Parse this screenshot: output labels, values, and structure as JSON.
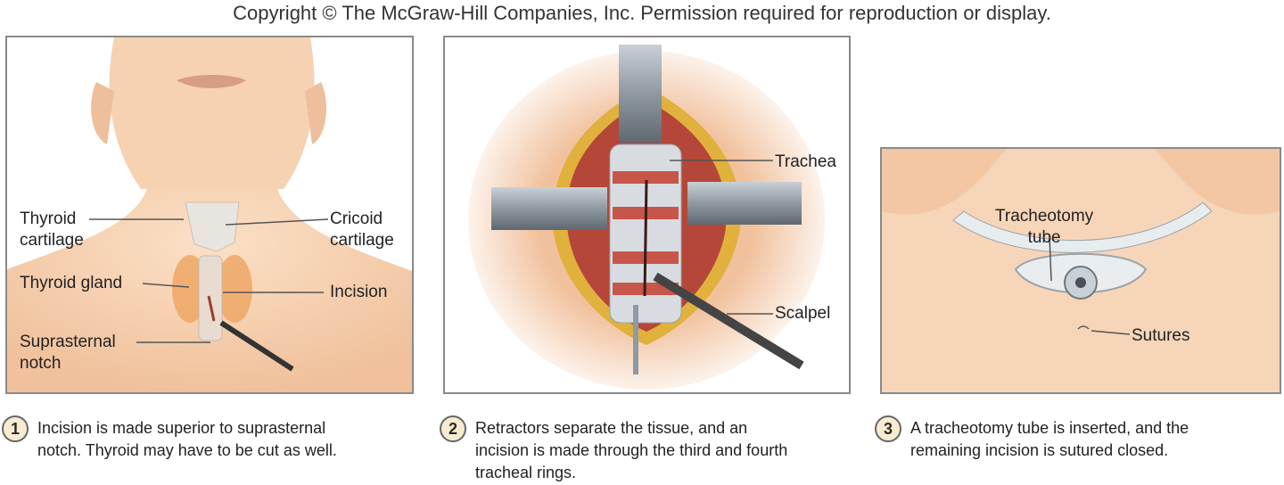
{
  "copyright": "Copyright © The McGraw-Hill Companies, Inc. Permission required for reproduction or display.",
  "panel1": {
    "labels": {
      "thyroid_cartilage": [
        "Thyroid",
        "cartilage"
      ],
      "cricoid_cartilage": [
        "Cricoid",
        "cartilage"
      ],
      "thyroid_gland": "Thyroid gland",
      "incision": "Incision",
      "suprasternal_notch": [
        "Suprasternal",
        "notch"
      ]
    }
  },
  "panel2": {
    "labels": {
      "trachea": "Trachea",
      "scalpel": "Scalpel"
    }
  },
  "panel3": {
    "labels": {
      "tracheotomy_tube": [
        "Tracheotomy",
        "tube"
      ],
      "sutures": "Sutures"
    }
  },
  "steps": [
    {
      "number": "1",
      "lines": [
        "Incision is made superior to suprasternal",
        "notch. Thyroid may have to be cut as well."
      ]
    },
    {
      "number": "2",
      "lines": [
        "Retractors separate the tissue, and an",
        "incision is made through the third and fourth",
        "tracheal rings."
      ]
    },
    {
      "number": "3",
      "lines": [
        "A tracheotomy tube is inserted, and the",
        "remaining incision is sutured closed."
      ]
    }
  ],
  "colors": {
    "skin": "#f6cfae",
    "muscle": "#b4473a",
    "fat": "#e0b13c",
    "steel": "#9aa3ab",
    "gland": "#eea765"
  }
}
